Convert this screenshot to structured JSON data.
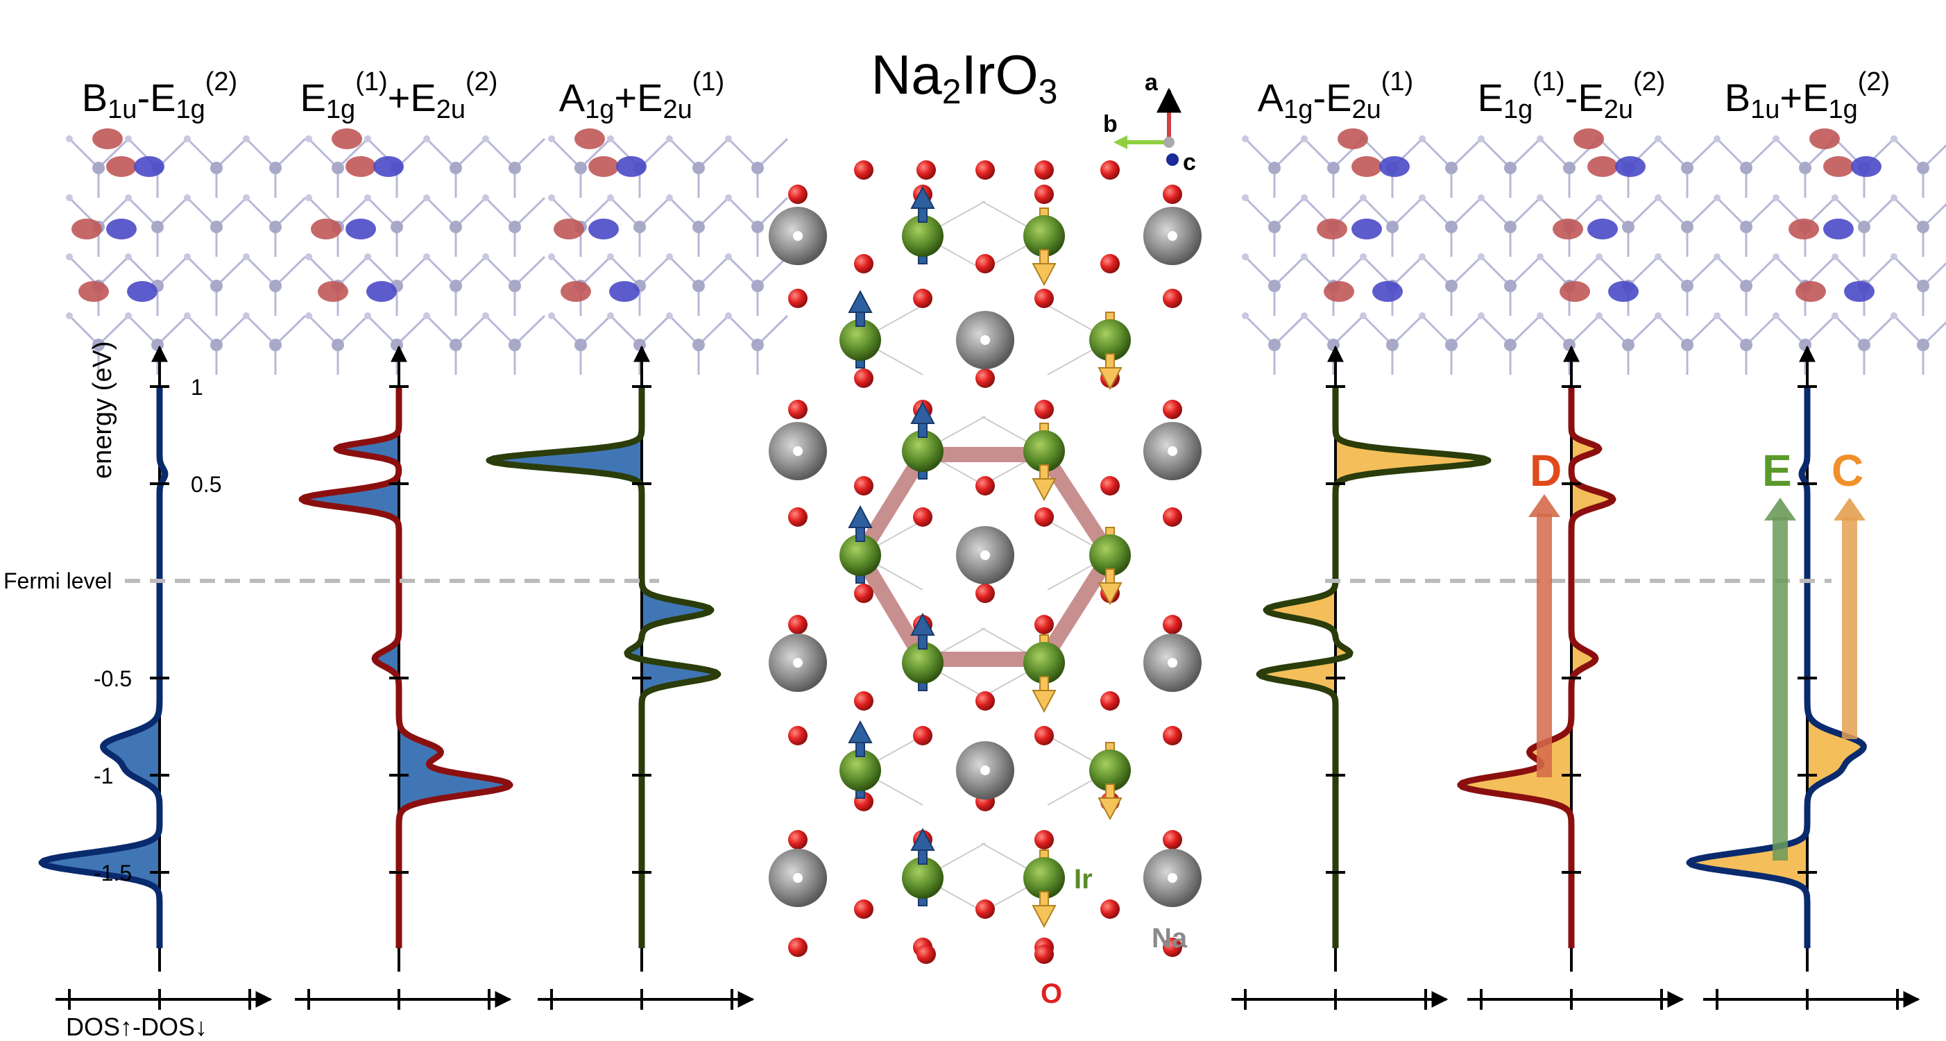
{
  "title_main": "Na",
  "title_sub": "2",
  "title_rest": "IrO",
  "title_sub2": "3",
  "panels": [
    {
      "label_main": "B",
      "label_sub": "1u",
      "label_op": "-",
      "label_main2": "E",
      "label_sub2": "1g",
      "label_sup2": "(2)",
      "color": "#0a2a6e",
      "fill": "#1f5ea8"
    },
    {
      "label_main": "E",
      "label_sub": "1g",
      "label_sup": "(1)",
      "label_op": "+",
      "label_main2": "E",
      "label_sub2": "2u",
      "label_sup2": "(2)",
      "color": "#8b0f0f",
      "fill": "#1f5ea8"
    },
    {
      "label_main": "A",
      "label_sub": "1g",
      "label_op": "+",
      "label_main2": "E",
      "label_sub2": "2u",
      "label_sup2": "(1)",
      "color": "#2a3d0a",
      "fill": "#1f5ea8"
    },
    {
      "label_main": "A",
      "label_sub": "1g",
      "label_op": "-",
      "label_main2": "E",
      "label_sub2": "2u",
      "label_sup2": "(1)",
      "color": "#2a3d0a",
      "fill": "#f2b33d"
    },
    {
      "label_main": "E",
      "label_sub": "1g",
      "label_sup": "(1)",
      "label_op": "-",
      "label_main2": "E",
      "label_sub2": "2u",
      "label_sup2": "(2)",
      "color": "#8b0f0f",
      "fill": "#f2b33d"
    },
    {
      "label_main": "B",
      "label_sub": "1u",
      "label_op": "+",
      "label_main2": "E",
      "label_sub2": "1g",
      "label_sup2": "(2)",
      "color": "#0a2a6e",
      "fill": "#f2b33d"
    }
  ],
  "axis": {
    "ylabel": "energy (eV)",
    "xlabel": "DOS↑-DOS↓",
    "fermi_label": "Fermi level",
    "ticks": [
      "1",
      "0.5",
      "-0.5",
      "-1",
      "-1.5"
    ],
    "tick_values": [
      1,
      0.5,
      -0.5,
      -1,
      -1.5
    ]
  },
  "crystal_axes": {
    "a": "a",
    "b": "b",
    "c": "c"
  },
  "atoms": {
    "ir": "Ir",
    "na": "Na",
    "o": "O"
  },
  "transitions": {
    "d": "D",
    "e": "E",
    "c": "C"
  },
  "colors": {
    "ir": "#5a8a2a",
    "na": "#8a8a8a",
    "o": "#e02020",
    "spin_up": "#2e5f9e",
    "spin_down": "#f6c35a",
    "fermi": "#bbbbbb",
    "hexagon": "#b06060",
    "d_arrow": "#d46a4a",
    "e_arrow": "#6b9a5a",
    "c_arrow": "#e4a050",
    "d_text": "#e04a1a",
    "e_text": "#5a9a2a",
    "c_text": "#f0902a"
  }
}
